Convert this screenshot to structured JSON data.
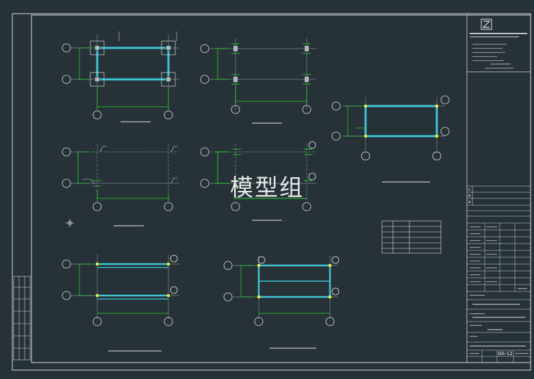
{
  "watermark": "模型组",
  "colors": {
    "background": "#263238",
    "frame": "#d8dde0",
    "axis_line": "#e6e9eb",
    "grid_line": "#7d8790",
    "dimension": "#2ad62a",
    "beam": "#3ec6d6",
    "column_mark": "#e8e840"
  },
  "title_block": {
    "revision_letters": [
      "C",
      "B",
      "A"
    ],
    "drawing_number": "GS-12"
  }
}
